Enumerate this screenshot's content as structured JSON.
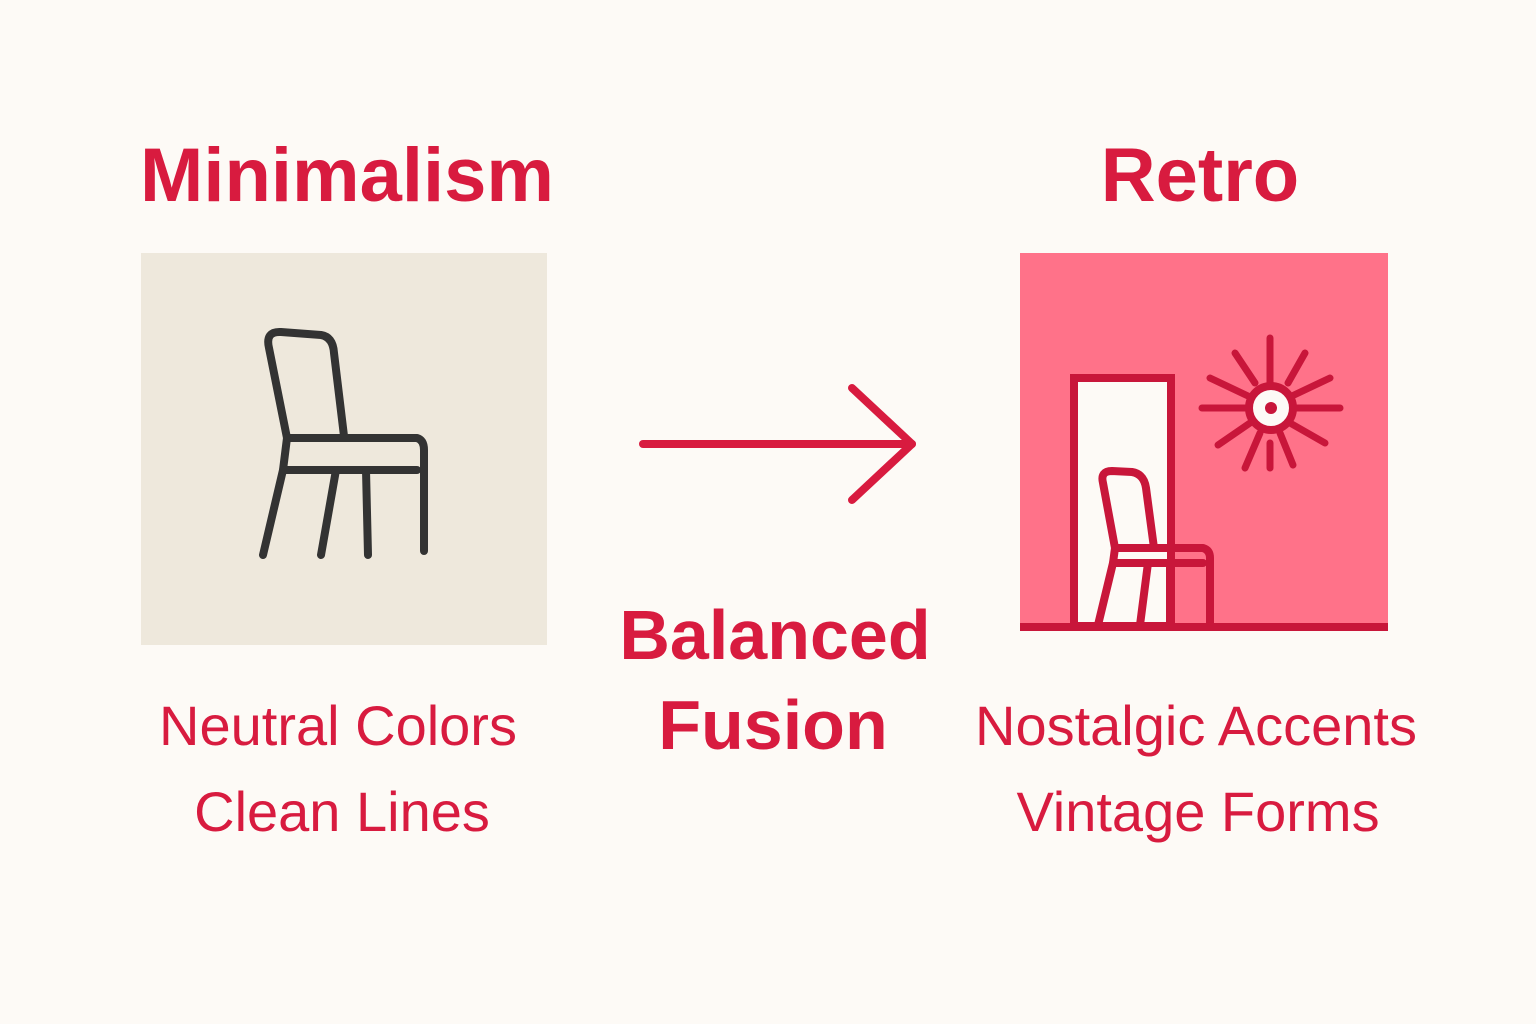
{
  "left": {
    "title": "Minimalism",
    "features": [
      "Neutral Colors",
      "Clean Lines"
    ],
    "icon": "chair-icon",
    "panel_color": "#eee8dc"
  },
  "center": {
    "label_line1": "Balanced",
    "label_line2": "Fusion",
    "icon": "arrow-right-icon"
  },
  "right": {
    "title": "Retro",
    "features": [
      "Nostalgic Accents",
      "Vintage Forms"
    ],
    "icon": "retro-scene-icon",
    "panel_color": "#ff7289"
  },
  "colors": {
    "accent": "#d81b3f",
    "background": "#fdfaf6",
    "chair_stroke": "#333333"
  }
}
